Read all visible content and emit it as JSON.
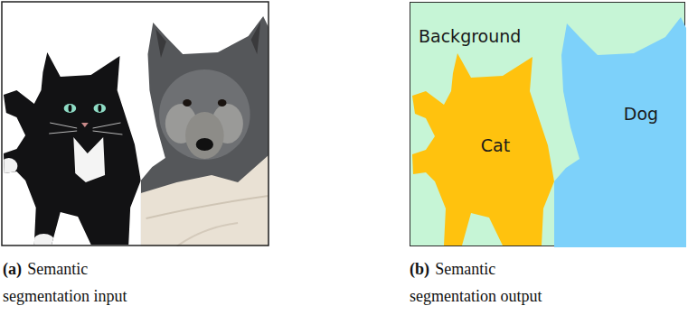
{
  "diagram": {
    "nodes": [
      {
        "text": [
          "Background"
        ]
      },
      {
        "text": [
          "Cat"
        ],
        "in": 0
      },
      {
        "text": [
          "Dog"
        ],
        "in": 0
      }
    ],
    "labels": [
      "(a)",
      "Semantic segmentation input",
      "(b)",
      "Semantic segmentation output"
    ]
  }
}
